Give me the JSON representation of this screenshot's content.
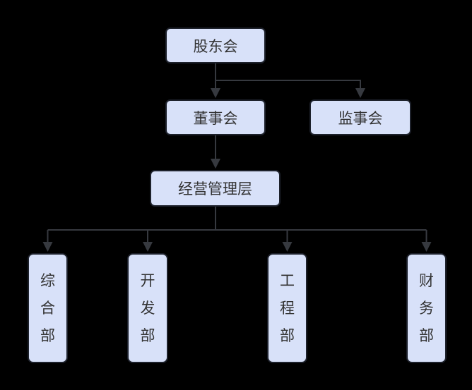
{
  "diagram": {
    "type": "org-chart",
    "background_color": "#000000",
    "node_fill_color": "#d8e1f9",
    "node_border_color": "#1d212b",
    "connector_color": "#36393f",
    "text_color": "#333333",
    "nodes": {
      "shareholders": {
        "label": "股东会"
      },
      "board": {
        "label": "董事会"
      },
      "supervisors": {
        "label": "监事会"
      },
      "management": {
        "label": "经营管理层"
      },
      "general_dept": {
        "label": "综合部"
      },
      "development_dept": {
        "label": "开发部"
      },
      "engineering_dept": {
        "label": "工程部"
      },
      "finance_dept": {
        "label": "财务部"
      }
    },
    "edges": [
      {
        "from": "股东会",
        "to": "董事会"
      },
      {
        "from": "股东会",
        "to": "监事会"
      },
      {
        "from": "董事会",
        "to": "经营管理层"
      },
      {
        "from": "经营管理层",
        "to": "综合部"
      },
      {
        "from": "经营管理层",
        "to": "开发部"
      },
      {
        "from": "经营管理层",
        "to": "工程部"
      },
      {
        "from": "经营管理层",
        "to": "财务部"
      }
    ]
  }
}
